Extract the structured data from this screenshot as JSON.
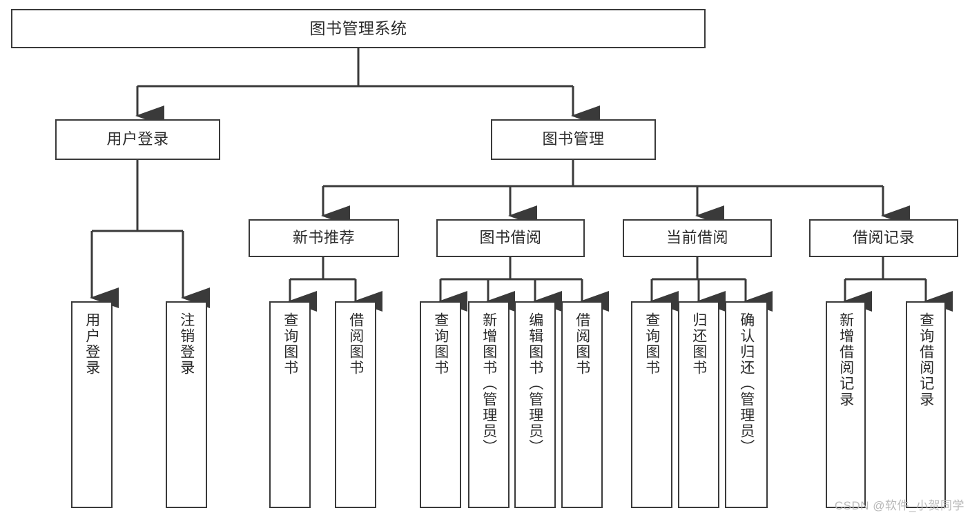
{
  "diagram": {
    "title": "图书管理系统",
    "type": "tree-hierarchy",
    "stroke_color": "#3a3a3a",
    "text_color": "#2b2b2b",
    "background_color": "#ffffff"
  },
  "root": {
    "label": "图书管理系统"
  },
  "level2": [
    {
      "label": "用户登录"
    },
    {
      "label": "图书管理"
    }
  ],
  "level3": [
    {
      "label": "新书推荐"
    },
    {
      "label": "图书借阅"
    },
    {
      "label": "当前借阅"
    },
    {
      "label": "借阅记录"
    }
  ],
  "leaves": {
    "user_login": [
      {
        "label": "用户登录"
      },
      {
        "label": "注销登录"
      }
    ],
    "new_book_recommend": [
      {
        "label": "查询图书"
      },
      {
        "label": "借阅图书"
      }
    ],
    "book_borrow": [
      {
        "label": "查询图书"
      },
      {
        "label": "新增图书（管理员）"
      },
      {
        "label": "编辑图书（管理员）"
      },
      {
        "label": "借阅图书"
      }
    ],
    "current_borrow": [
      {
        "label": "查询图书"
      },
      {
        "label": "归还图书"
      },
      {
        "label": "确认归还（管理员）"
      }
    ],
    "borrow_record": [
      {
        "label": "新增借阅记录"
      },
      {
        "label": "查询借阅记录"
      }
    ]
  },
  "watermark": {
    "text": "CSDN @软件_小贺同学"
  }
}
